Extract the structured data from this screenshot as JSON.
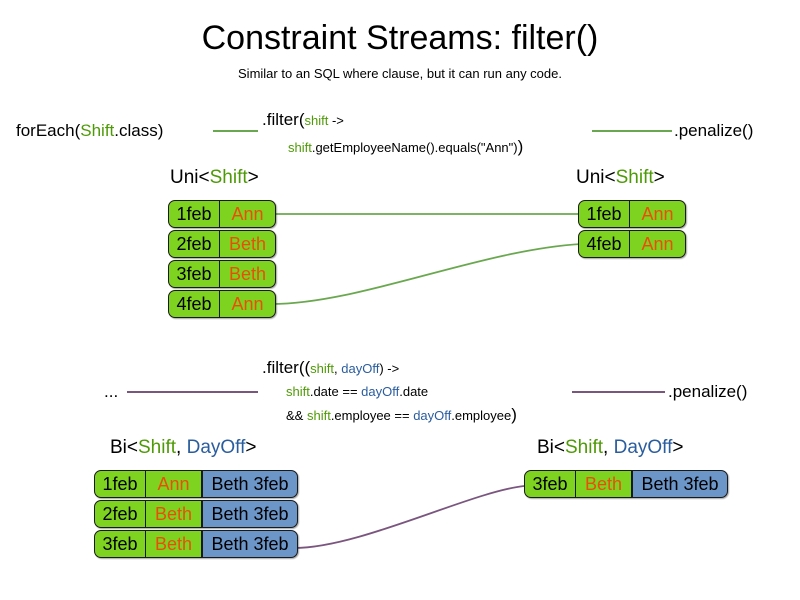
{
  "slide": {
    "title": "Constraint Streams: filter()",
    "subtitle": "Similar to an SQL where clause, but it can run any code."
  },
  "colors": {
    "green_fill": "#7ed321",
    "blue_fill": "#6d96c8",
    "name_text": "#e8500a",
    "shift_green": "#4e9a06",
    "dayoff_blue": "#2a5d9e",
    "uni_wire": "#6aa84f",
    "bi_wire": "#7a567f"
  },
  "row1": {
    "source_prefix": "forEach(",
    "source_type": "Shift",
    "source_suffix": ".class)",
    "filter_head": ".filter(",
    "filter_param": "shift",
    "filter_arrow": " ->",
    "filter_body_var": "shift",
    "filter_body_rest": ".getEmployeeName().equals(\"Ann\")",
    "filter_close": ")",
    "terminal": ".penalize()",
    "left_label_prefix": "Uni<",
    "left_label_type": "Shift",
    "left_label_suffix": ">",
    "right_label_prefix": "Uni<",
    "right_label_type": "Shift",
    "right_label_suffix": ">",
    "left_rows": [
      {
        "date": "1feb",
        "name": "Ann"
      },
      {
        "date": "2feb",
        "name": "Beth"
      },
      {
        "date": "3feb",
        "name": "Beth"
      },
      {
        "date": "4feb",
        "name": "Ann"
      }
    ],
    "right_rows": [
      {
        "date": "1feb",
        "name": "Ann"
      },
      {
        "date": "4feb",
        "name": "Ann"
      }
    ]
  },
  "row2": {
    "source_prefix": "...",
    "filter_head": ".filter((",
    "filter_param_a": "shift",
    "filter_param_sep": ", ",
    "filter_param_b": "dayOff",
    "filter_arrow": ") ->",
    "body_line1_a": "shift",
    "body_line1_mid": ".date == ",
    "body_line1_b": "dayOff",
    "body_line1_end": ".date",
    "body_line2_pre": "&& ",
    "body_line2_a": "shift",
    "body_line2_mid": ".employee == ",
    "body_line2_b": "dayOff",
    "body_line2_end": ".employee",
    "filter_close": ")",
    "terminal": ".penalize()",
    "left_label_prefix": "Bi<",
    "left_label_type_a": "Shift",
    "left_label_sep": ", ",
    "left_label_type_b": "DayOff",
    "left_label_suffix": ">",
    "right_label_prefix": "Bi<",
    "right_label_type_a": "Shift",
    "right_label_sep": ", ",
    "right_label_type_b": "DayOff",
    "right_label_suffix": ">",
    "left_rows": [
      {
        "date": "1feb",
        "name": "Ann",
        "pair": "Beth 3feb"
      },
      {
        "date": "2feb",
        "name": "Beth",
        "pair": "Beth 3feb"
      },
      {
        "date": "3feb",
        "name": "Beth",
        "pair": "Beth 3feb"
      }
    ],
    "right_rows": [
      {
        "date": "3feb",
        "name": "Beth",
        "pair": "Beth 3feb"
      }
    ]
  }
}
